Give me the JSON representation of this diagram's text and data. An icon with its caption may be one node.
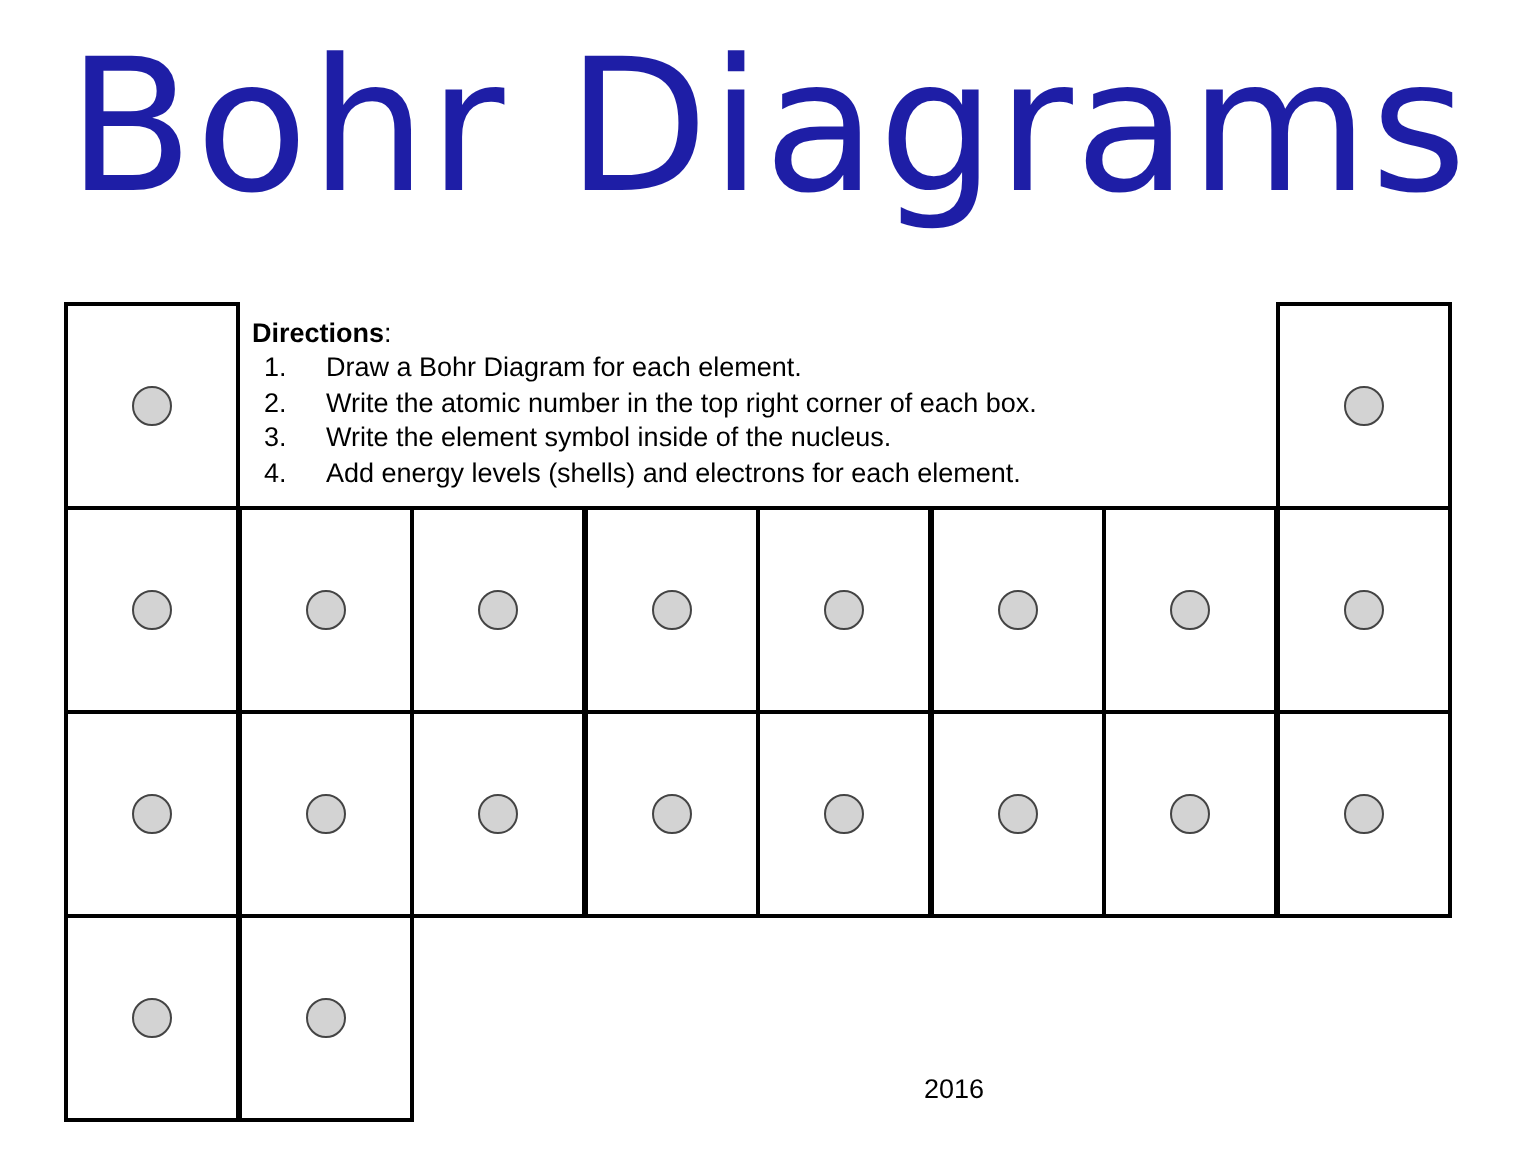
{
  "diagram": {
    "title": "Bohr Diagrams",
    "nodes": [
      {
        "text": [],
        "shape": "box"
      },
      {
        "text": [],
        "shape": "circle",
        "in": 0
      },
      {
        "text": [],
        "shape": "box"
      },
      {
        "text": [],
        "shape": "circle",
        "in": 2
      },
      {
        "text": [],
        "shape": "box"
      },
      {
        "text": [],
        "shape": "circle",
        "in": 4
      },
      {
        "text": [],
        "shape": "box"
      },
      {
        "text": [],
        "shape": "circle",
        "in": 6
      },
      {
        "text": [],
        "shape": "box"
      },
      {
        "text": [],
        "shape": "circle",
        "in": 8
      },
      {
        "text": [],
        "shape": "box"
      },
      {
        "text": [],
        "shape": "circle",
        "in": 10
      },
      {
        "text": [],
        "shape": "box"
      },
      {
        "text": [],
        "shape": "circle",
        "in": 12
      },
      {
        "text": [],
        "shape": "box"
      },
      {
        "text": [],
        "shape": "circle",
        "in": 14
      },
      {
        "text": [],
        "shape": "box"
      },
      {
        "text": [],
        "shape": "circle",
        "in": 16
      },
      {
        "text": [],
        "shape": "box"
      },
      {
        "text": [],
        "shape": "circle",
        "in": 18
      },
      {
        "text": [],
        "shape": "box"
      },
      {
        "text": [],
        "shape": "circle",
        "in": 20
      },
      {
        "text": [],
        "shape": "box"
      },
      {
        "text": [],
        "shape": "circle",
        "in": 22
      },
      {
        "text": [],
        "shape": "box"
      },
      {
        "text": [],
        "shape": "circle",
        "in": 24
      },
      {
        "text": [],
        "shape": "box"
      },
      {
        "text": [],
        "shape": "circle",
        "in": 26
      },
      {
        "text": [],
        "shape": "box"
      },
      {
        "text": [],
        "shape": "circle",
        "in": 28
      },
      {
        "text": [],
        "shape": "box"
      },
      {
        "text": [],
        "shape": "circle",
        "in": 30
      },
      {
        "text": [],
        "shape": "box"
      },
      {
        "text": [],
        "shape": "circle",
        "in": 32
      },
      {
        "text": [],
        "shape": "box"
      },
      {
        "text": [],
        "shape": "circle",
        "in": 34
      },
      {
        "text": [],
        "shape": "box"
      },
      {
        "text": [],
        "shape": "circle",
        "in": 36
      },
      {
        "text": [],
        "shape": "box"
      },
      {
        "text": [],
        "shape": "circle",
        "in": 38
      }
    ],
    "labels": [
      "**Directions**:",
      "1.",
      "Draw a Bohr Diagram for each element.",
      "2.",
      "Write the atomic number in the top right corner of each box.",
      "3.",
      "Write the element symbol inside of the nucleus.",
      "4.",
      "Add energy levels (shells) and electrons for each element.",
      "2016"
    ]
  }
}
